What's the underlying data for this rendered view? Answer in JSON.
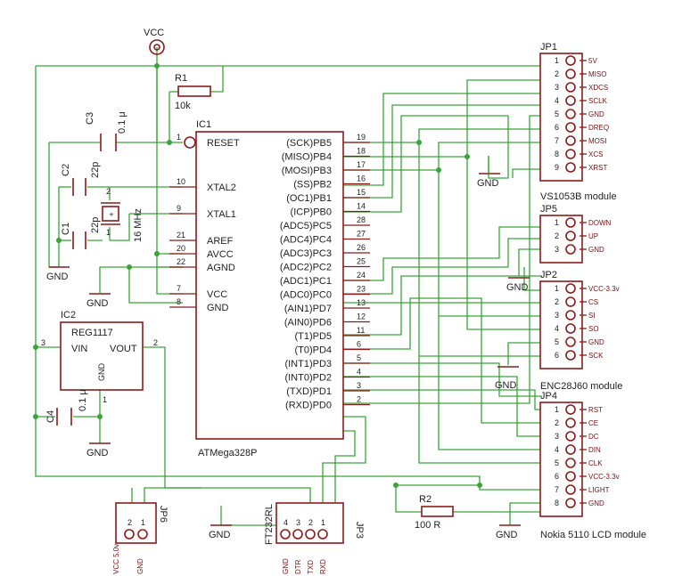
{
  "vcc": "VCC",
  "r1": {
    "name": "R1",
    "value": "10k"
  },
  "r2": {
    "name": "R2",
    "value": "100 R"
  },
  "c1": {
    "name": "C1",
    "value": "22p"
  },
  "c2": {
    "name": "C2",
    "value": "22p"
  },
  "c3": {
    "name": "C3",
    "value": "0.1 μ"
  },
  "c4": {
    "name": "C4",
    "value": "0.1 μ"
  },
  "crystal": {
    "value": "16 MHz"
  },
  "gnd": "GND",
  "ic1": {
    "name": "IC1",
    "part": "ATMega328P",
    "left_pins": [
      {
        "label": "RESET",
        "num": "1"
      },
      {
        "label": "XTAL2",
        "num": "10"
      },
      {
        "label": "XTAL1",
        "num": "9"
      },
      {
        "label": "AREF",
        "num": "21"
      },
      {
        "label": "AVCC",
        "num": "20"
      },
      {
        "label": "AGND",
        "num": "22"
      },
      {
        "label": "VCC",
        "num": "7"
      },
      {
        "label": "GND",
        "num": "8"
      }
    ],
    "right_pins": [
      {
        "label": "(SCK)PB5",
        "num": "19"
      },
      {
        "label": "(MISO)PB4",
        "num": "18"
      },
      {
        "label": "(MOSI)PB3",
        "num": "17"
      },
      {
        "label": "(SS)PB2",
        "num": "16"
      },
      {
        "label": "(OC1)PB1",
        "num": "15"
      },
      {
        "label": "(ICP)PB0",
        "num": "14"
      },
      {
        "label": "(ADC5)PC5",
        "num": "28"
      },
      {
        "label": "(ADC4)PC4",
        "num": "27"
      },
      {
        "label": "(ADC3)PC3",
        "num": "26"
      },
      {
        "label": "(ADC2)PC2",
        "num": "25"
      },
      {
        "label": "(ADC1)PC1",
        "num": "24"
      },
      {
        "label": "(ADC0)PC0",
        "num": "23"
      },
      {
        "label": "(AIN1)PD7",
        "num": "13"
      },
      {
        "label": "(AIN0)PD6",
        "num": "12"
      },
      {
        "label": "(T1)PD5",
        "num": "11"
      },
      {
        "label": "(T0)PD4",
        "num": "6"
      },
      {
        "label": "(INT1)PD3",
        "num": "5"
      },
      {
        "label": "(INT0)PD2",
        "num": "4"
      },
      {
        "label": "(TXD)PD1",
        "num": "3"
      },
      {
        "label": "(RXD)PD0",
        "num": "2"
      }
    ]
  },
  "ic2": {
    "name": "IC2",
    "part": "REG1117",
    "vin": "VIN",
    "vout": "VOUT",
    "gnd": "GND",
    "pin_in": "3",
    "pin_out": "2",
    "pin_gnd": "1"
  },
  "jp1": {
    "name": "JP1",
    "title": "VS1053B module",
    "pins": [
      "5V",
      "MISO",
      "XDCS",
      "SCLK",
      "GND",
      "DREQ",
      "MOSI",
      "XCS",
      "XRST"
    ]
  },
  "jp5": {
    "name": "JP5",
    "pins": [
      "DOWN",
      "UP",
      "GND"
    ]
  },
  "jp2": {
    "name": "JP2",
    "title": "ENC28J60 module",
    "pins": [
      "VCC-3.3v",
      "CS",
      "SI",
      "SO",
      "GND",
      "SCK"
    ]
  },
  "jp4": {
    "name": "JP4",
    "title": "Nokia 5110 LCD module",
    "pins": [
      "RST",
      "CE",
      "DC",
      "DIN",
      "CLK",
      "VCC-3.3v",
      "LIGHT",
      "GND"
    ]
  },
  "jp3": {
    "name": "JP3",
    "part": "FT232RL",
    "pins": [
      "GND",
      "DTR",
      "TXD",
      "RXD"
    ],
    "nums": [
      "4",
      "3",
      "2",
      "1"
    ]
  },
  "jp6": {
    "name": "JP6",
    "pins": [
      "VCC 5.0v",
      "GND"
    ],
    "nums": [
      "2",
      "1"
    ]
  }
}
